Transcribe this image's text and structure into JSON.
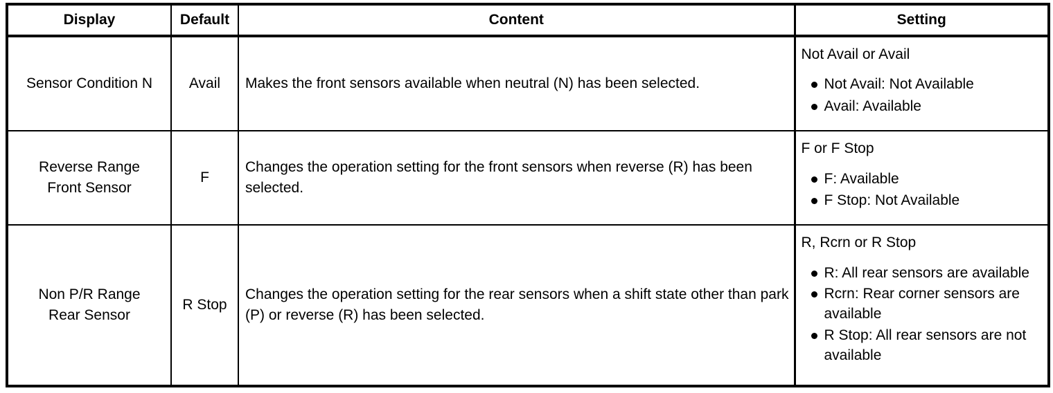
{
  "table": {
    "headers": [
      {
        "key": "display",
        "label": "Display"
      },
      {
        "key": "default",
        "label": "Default"
      },
      {
        "key": "content",
        "label": "Content"
      },
      {
        "key": "setting",
        "label": "Setting"
      }
    ],
    "rows": [
      {
        "display": "Sensor Condition N",
        "default": "Avail",
        "content": "Makes the front sensors available when neutral (N) has been selected.",
        "setting": {
          "options_summary": "Not Avail or Avail",
          "bullets": [
            "Not Avail: Not Available",
            "Avail: Available"
          ]
        }
      },
      {
        "display_line1": "Reverse Range",
        "display_line2": "Front Sensor",
        "default": "F",
        "content": "Changes the operation setting for the front sensors when reverse (R) has been selected.",
        "setting": {
          "options_summary": "F or F Stop",
          "bullets": [
            "F: Available",
            "F Stop: Not Available"
          ]
        }
      },
      {
        "display_line1": "Non P/R Range",
        "display_line2": "Rear Sensor",
        "default": "R Stop",
        "content": "Changes the operation setting for the rear sensors when a shift state other than park (P) or reverse (R) has been selected.",
        "setting": {
          "options_summary": "R, Rcrn or R Stop",
          "bullets": [
            "R: All rear sensors are available",
            "Rcrn: Rear corner sensors are available",
            "R Stop: All rear sensors are not available"
          ]
        }
      }
    ]
  },
  "colors": {
    "border": "#000000",
    "text": "#000000",
    "background": "#ffffff"
  }
}
